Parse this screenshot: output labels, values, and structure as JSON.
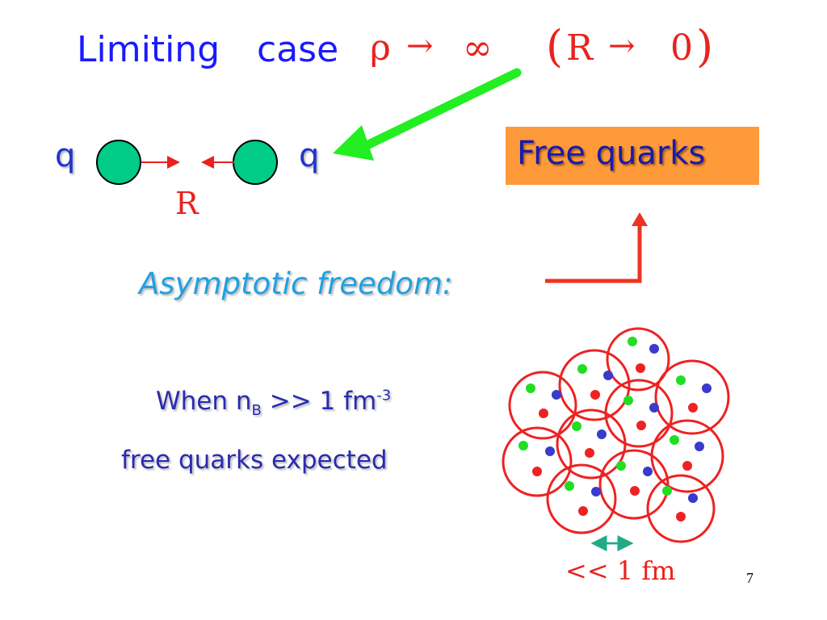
{
  "title": {
    "word1": "Limiting",
    "word2": "case",
    "rho": "ρ",
    "arrow1": "→",
    "infinity": "∞",
    "paren_open": "(",
    "r_letter": "R",
    "arrow2": "→",
    "zero": "0",
    "paren_close": ")"
  },
  "diagram": {
    "left_quark": "q",
    "right_quark": "q",
    "separation_label": "R"
  },
  "free_quarks_box": {
    "label": "Free quarks",
    "bg_color": "#ff9a3a"
  },
  "asymptotic": {
    "label": "Asymptotic freedom:"
  },
  "condition": {
    "prefix": "When n",
    "sub": "B",
    "middle": " >> 1 fm",
    "sup": "-3",
    "line2": "free quarks expected"
  },
  "scale_label": "<< 1 fm",
  "page_number": "7",
  "colors": {
    "title_blue": "#1a1aff",
    "red": "#e8221f",
    "quark_green": "#00cc88",
    "arrow_green": "#22ee22",
    "nucleon_ring": "#ee2222",
    "dot_green": "#22dd22",
    "dot_blue": "#3a3acc",
    "dot_red": "#ee2222",
    "scale_arrow": "#22aa88"
  }
}
